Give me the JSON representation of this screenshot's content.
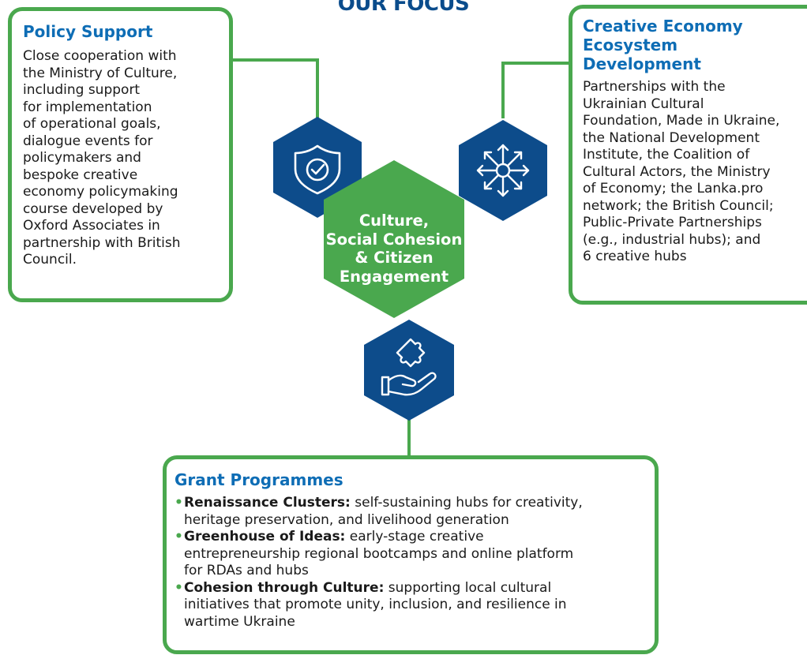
{
  "title": "OUR FOCUS",
  "colors": {
    "green": "#4aa84e",
    "navy": "#0d4c8b",
    "heading_blue": "#0e6db5"
  },
  "policy": {
    "heading": "Policy Support",
    "lines": [
      "Close cooperation with",
      "the Ministry of Culture,",
      "including support",
      "for implementation",
      "of operational goals,",
      "dialogue events for",
      "policymakers and",
      "bespoke creative",
      "economy policymaking",
      "course developed by",
      "Oxford Associates in",
      "partnership with British",
      "Council."
    ]
  },
  "ecosystem": {
    "heading_lines": [
      "Creative Economy",
      "Ecosystem",
      "Development"
    ],
    "lines": [
      "Partnerships with the",
      "Ukrainian Cultural",
      "Foundation, Made in Ukraine,",
      "the National Development",
      "Institute, the Coalition of",
      "Cultural Actors, the Ministry",
      "of Economy; the Lanka.pro",
      "network; the British Council;",
      "Public-Private Partnerships",
      "(e.g., industrial hubs); and",
      "6 creative hubs"
    ]
  },
  "center": {
    "lines": [
      "Culture,",
      "Social Cohesion",
      "& Citizen",
      "Engagement"
    ]
  },
  "icons": {
    "left": "shield-check-icon",
    "right": "arrows-out-icon",
    "bottom": "hand-puzzle-icon"
  },
  "grants": {
    "heading": "Grant Programmes",
    "items": [
      {
        "bullet": "•",
        "bold": "Renaissance Clusters:",
        "lines": [
          " self-sustaining hubs for creativity,",
          "heritage preservation, and livelihood generation"
        ]
      },
      {
        "bullet": "•",
        "bold": "Greenhouse of Ideas:",
        "lines": [
          " early-stage creative",
          "entrepreneurship regional bootcamps and online platform",
          "for RDAs and hubs"
        ]
      },
      {
        "bullet": "•",
        "bold": "Cohesion through Culture:",
        "lines": [
          " supporting local cultural",
          "initiatives that promote unity, inclusion, and resilience in",
          "wartime Ukraine"
        ]
      }
    ]
  }
}
